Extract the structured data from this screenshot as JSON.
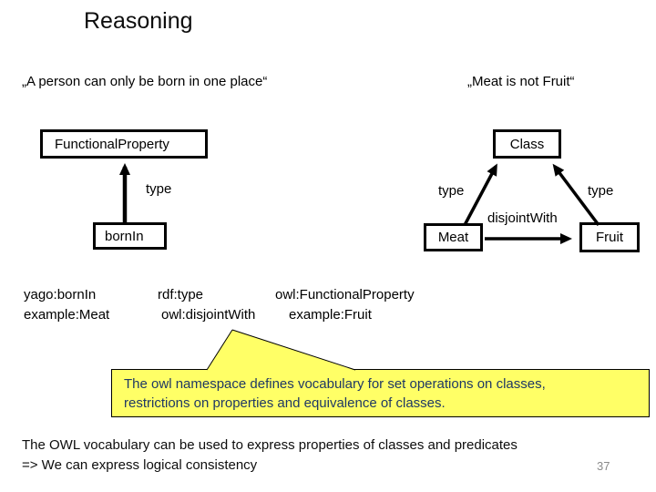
{
  "slide": {
    "title": "Reasoning",
    "quote_left": "„A person can only be born in one place“",
    "quote_right": "„Meat is not Fruit“",
    "page_number": "37"
  },
  "diagram_left": {
    "functional_property_box": "FunctionalProperty",
    "born_in_box": "bornIn",
    "type_label": "type"
  },
  "diagram_right": {
    "class_box": "Class",
    "meat_box": "Meat",
    "fruit_box": "Fruit",
    "type_label_meat": "type",
    "type_label_fruit": "type",
    "disjoint_with_label": "disjointWith"
  },
  "triples": {
    "row1": [
      "yago:bornIn",
      "rdf:type",
      "owl:FunctionalProperty"
    ],
    "row2": [
      "example:Meat",
      "owl:disjointWith",
      "example:Fruit"
    ]
  },
  "callout": {
    "line1": "The owl namespace defines vocabulary for set operations on classes,",
    "line2": "restrictions on properties and equivalence of classes.",
    "bg_color": "#FFFF66",
    "text_color": "#1F3864"
  },
  "footer": {
    "line1": "The OWL vocabulary can be used to express properties of classes and predicates",
    "line2": "=> We can express logical consistency"
  }
}
